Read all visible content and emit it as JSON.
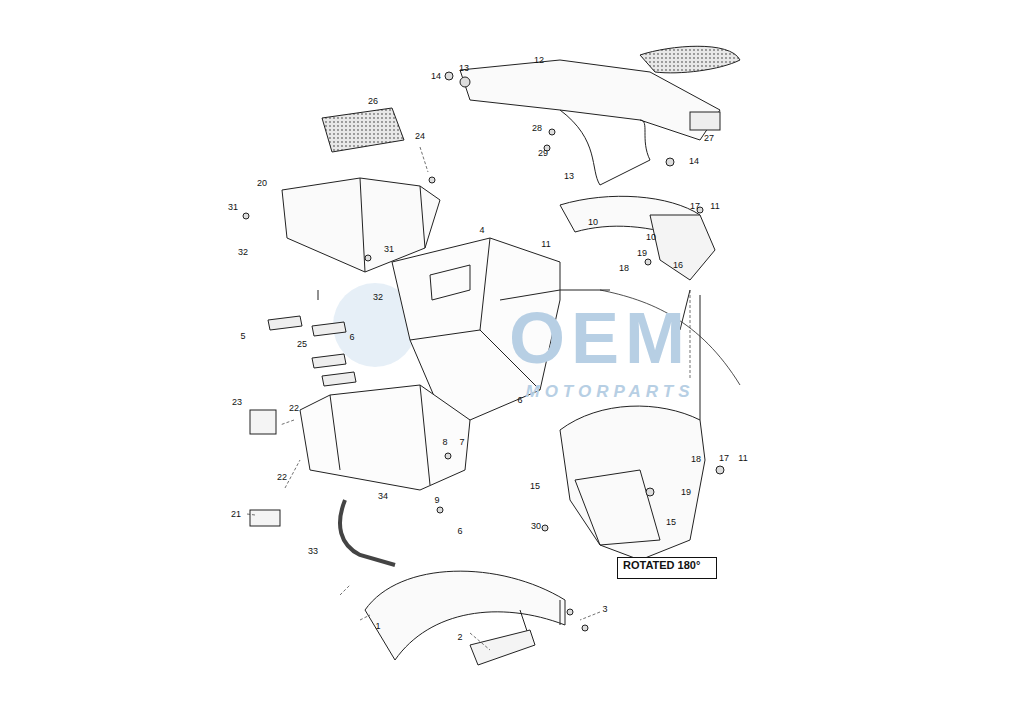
{
  "diagram": {
    "nodes": [
      {
        "text": [
          "ROTATED 180°"
        ]
      }
    ],
    "labels": [
      "26",
      "24",
      "20",
      "31",
      "32",
      "5",
      "31",
      "32",
      "6",
      "25",
      "23",
      "22",
      "22",
      "21",
      "4",
      "12",
      "13",
      "14",
      "28",
      "29",
      "13",
      "14",
      "27",
      "10",
      "11",
      "17",
      "11",
      "10",
      "19",
      "18",
      "16",
      "11",
      "6",
      "8",
      "7",
      "34",
      "9",
      "6",
      "33",
      "1",
      "2",
      "3",
      "18",
      "17",
      "11",
      "19",
      "15",
      "15",
      "30",
      "OEM",
      "MOTORPARTS"
    ]
  }
}
